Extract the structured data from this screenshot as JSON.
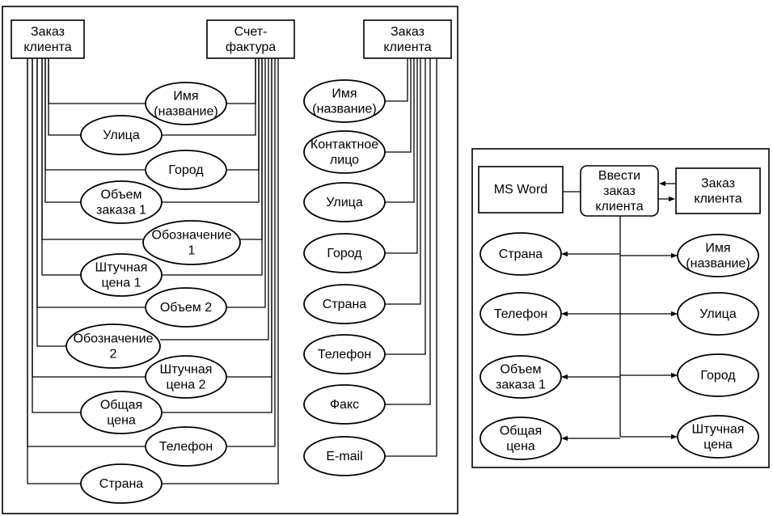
{
  "left_panel": {
    "order_box": [
      "Заказ",
      "клиента"
    ],
    "invoice_box": [
      "Счет-",
      "фактура"
    ],
    "fields": [
      [
        "Имя",
        "(название)"
      ],
      [
        "Улица"
      ],
      [
        "Город"
      ],
      [
        "Объем",
        "заказа 1"
      ],
      [
        "Обозначение",
        "1"
      ],
      [
        "Штучная",
        "цена 1"
      ],
      [
        "Объем 2"
      ],
      [
        "Обозначение",
        "2"
      ],
      [
        "Штучная",
        "цена 2"
      ],
      [
        "Общая",
        "цена"
      ],
      [
        "Телефон"
      ],
      [
        "Страна"
      ]
    ]
  },
  "middle_panel": {
    "order_box": [
      "Заказ",
      "клиента"
    ],
    "fields": [
      [
        "Имя",
        "(название)"
      ],
      [
        "Контактное",
        "лицо"
      ],
      [
        "Улица"
      ],
      [
        "Город"
      ],
      [
        "Страна"
      ],
      [
        "Телефон"
      ],
      [
        "Факс"
      ],
      [
        "E-mail"
      ]
    ]
  },
  "right_panel": {
    "word_box": [
      "MS Word"
    ],
    "process_box": [
      "Ввести",
      "заказ",
      "клиента"
    ],
    "order_box": [
      "Заказ",
      "клиента"
    ],
    "left_fields": [
      [
        "Страна"
      ],
      [
        "Телефон"
      ],
      [
        "Объем",
        "заказа 1"
      ],
      [
        "Общая",
        "цена"
      ]
    ],
    "right_fields": [
      [
        "Имя",
        "(название)"
      ],
      [
        "Улица"
      ],
      [
        "Город"
      ],
      [
        "Штучная",
        "цена"
      ]
    ]
  }
}
